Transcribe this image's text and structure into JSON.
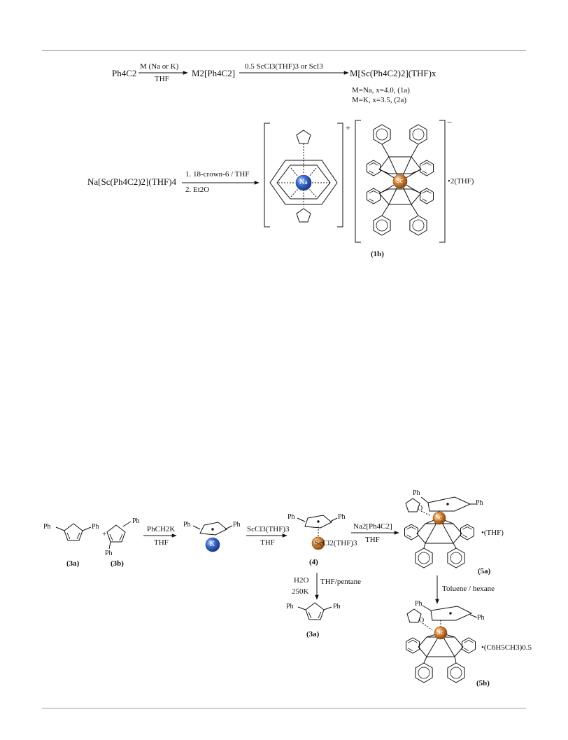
{
  "scheme1": {
    "start": "Ph4C2",
    "arrow1_top": "M (Na or K)",
    "arrow1_bottom": "THF",
    "intermediate": "M2[Ph4C2]",
    "arrow2_top": "0.5 ScCl3(THF)3 or ScI3",
    "product": "M[Sc(Ph4C2)2](THF)x",
    "variant_a": "M=Na, x=4.0, (1a)",
    "variant_b": "M=K, x=3.5, (2a)"
  },
  "scheme2": {
    "start": "Na[Sc(Ph4C2)2](THF)4",
    "step1": "1. 18-crown-6 / THF",
    "step2": "2. Et2O",
    "cation_charge": "+",
    "anion_charge": "−",
    "cation_atom": "Na",
    "anion_atom": "Sc",
    "solvate": "•2(THF)",
    "label": "(1b)"
  },
  "scheme3": {
    "ph": "Ph",
    "plus": "+",
    "label_3a": "(3a)",
    "label_3b": "(3b)",
    "arrow1_top": "PhCH2K",
    "arrow1_bottom": "THF",
    "k_atom": "K",
    "arrow2_top": "ScCl3(THF)3",
    "arrow2_bottom": "THF",
    "sc_group": "ScCl2(THF)3",
    "label_4": "(4)",
    "arrow3_top": "Na2[Ph4C2]",
    "arrow3_bottom": "THF",
    "solvate_5a": "•(THF)",
    "label_5a": "(5a)",
    "down1_left_1": "H2O",
    "down1_left_2": "250K",
    "down1_right": "THF/pentane",
    "label_3a_bottom": "(3a)",
    "down2_right": "Toluene / hexane",
    "solvate_5b": "•(C6H5CH3)0.5",
    "label_5b": "(5b)",
    "o_atom": "O",
    "sc_atom": "Sc"
  }
}
